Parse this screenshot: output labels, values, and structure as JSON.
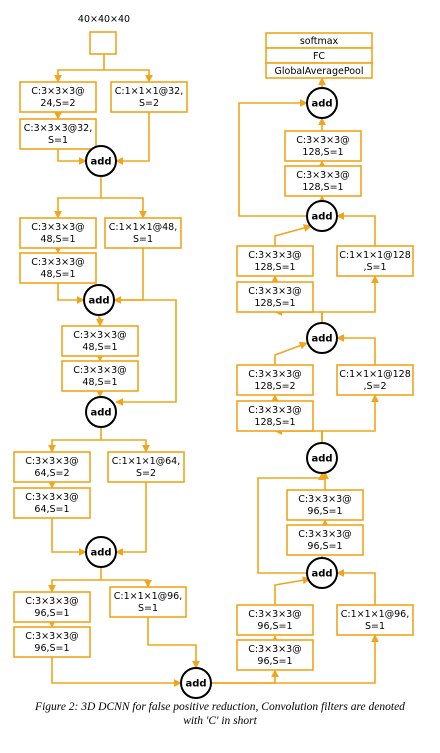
{
  "input_label": "40×40×40",
  "head": {
    "softmax": "softmax",
    "fc": "FC",
    "pool": "GlobalAveragePool"
  },
  "add_label": "add",
  "boxes": {
    "b1a": [
      "C:3×3×3@",
      "24,S=2"
    ],
    "b1b": [
      "C:3×3×3@32,",
      "S=1"
    ],
    "b1s": [
      "C:1×1×1@32,",
      "S=2"
    ],
    "b2a": [
      "C:3×3×3@",
      "48,S=1"
    ],
    "b2b": [
      "C:3×3×3@",
      "48,S=1"
    ],
    "b2s": [
      "C:1×1×1@48,",
      "S=1"
    ],
    "b3a": [
      "C:3×3×3@",
      "48,S=1"
    ],
    "b3b": [
      "C:3×3×3@",
      "48,S=1"
    ],
    "b4a": [
      "C:3×3×3@",
      "64,S=2"
    ],
    "b4b": [
      "C:3×3×3@",
      "64,S=1"
    ],
    "b4s": [
      "C:1×1×1@64,",
      "S=2"
    ],
    "b5a": [
      "C:3×3×3@",
      "96,S=1"
    ],
    "b5b": [
      "C:3×3×3@",
      "96,S=1"
    ],
    "b5s": [
      "C:1×1×1@96,",
      "S=1"
    ],
    "b6a": [
      "C:3×3×3@",
      "96,S=1"
    ],
    "b6b": [
      "C:3×3×3@",
      "96,S=1"
    ],
    "b6s": [
      "C:1×1×1@96,",
      "S=1"
    ],
    "b7a": [
      "C:3×3×3@",
      "96,S=1"
    ],
    "b7b": [
      "C:3×3×3@",
      "96,S=1"
    ],
    "b8a": [
      "C:3×3×3@",
      "128,S=2"
    ],
    "b8b": [
      "C:3×3×3@",
      "128,S=1"
    ],
    "b8s": [
      "C:1×1×1@128",
      ",S=2"
    ],
    "b9a": [
      "C:3×3×3@",
      "128,S=1"
    ],
    "b9b": [
      "C:3×3×3@",
      "128,S=1"
    ],
    "b9s": [
      "C:1×1×1@128",
      ",S=1"
    ],
    "b10a": [
      "C:3×3×3@",
      "128,S=1"
    ],
    "b10b": [
      "C:3×3×3@",
      "128,S=1"
    ]
  },
  "caption": {
    "line1": "Figure 2: 3D DCNN for false positive reduction, Convolution filters are denoted",
    "line2": "with 'C' in short"
  },
  "colors": {
    "box_stroke": "#f0a51c",
    "add_stroke": "#000000",
    "arrow": "#f0a51c"
  }
}
